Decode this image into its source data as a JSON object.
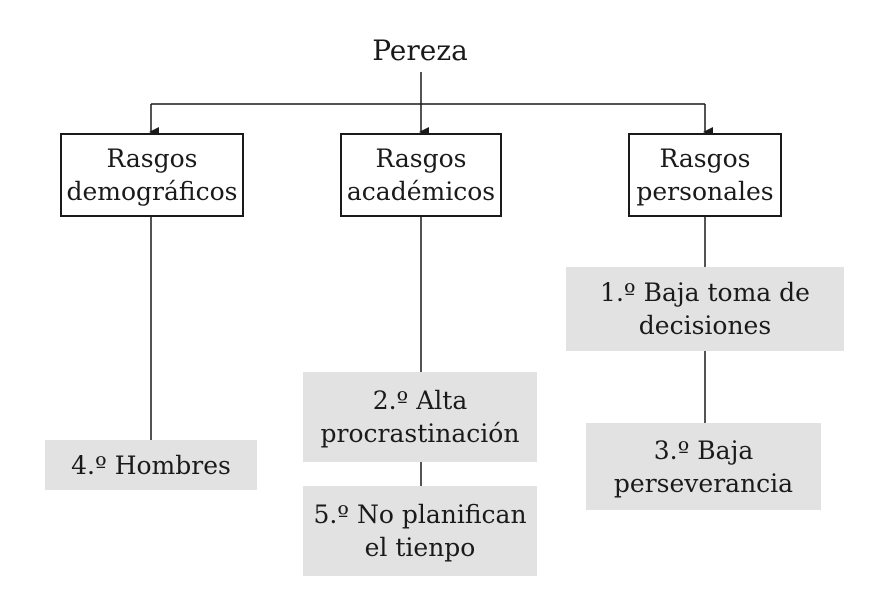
{
  "root": {
    "label": "Pereza"
  },
  "categories": [
    {
      "lines": [
        "Rasgos",
        "demográficos"
      ]
    },
    {
      "lines": [
        "Rasgos",
        "académicos"
      ]
    },
    {
      "lines": [
        "Rasgos",
        "personales"
      ]
    }
  ],
  "items": [
    {
      "lines": [
        "1.º Baja toma de",
        "decisiones"
      ]
    },
    {
      "lines": [
        "2.º Alta",
        "procrastinación"
      ]
    },
    {
      "lines": [
        "3.º Baja",
        "perseverancia"
      ]
    },
    {
      "lines": [
        "4.º Hombres"
      ]
    },
    {
      "lines": [
        "5.º No planifican",
        "el tienpo"
      ]
    }
  ],
  "colors": {
    "line": "#1a1a1a",
    "box_border": "#1a1a1a",
    "item_fill": "#e2e2e2"
  }
}
